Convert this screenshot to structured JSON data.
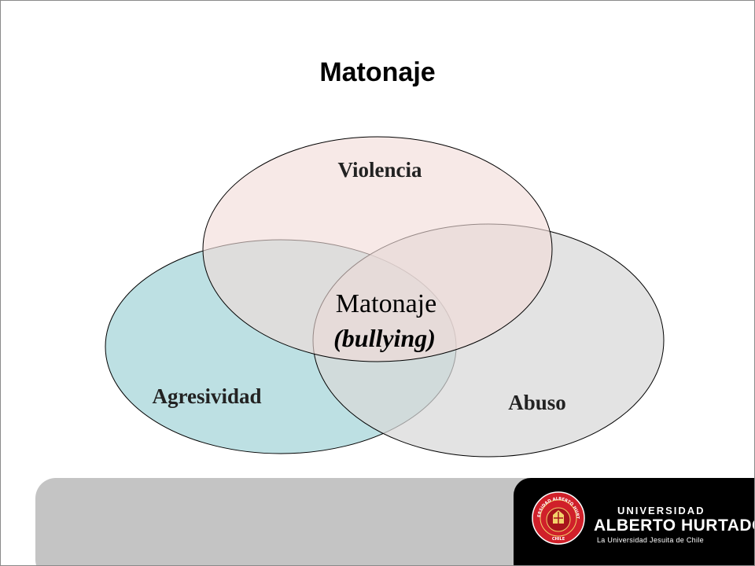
{
  "slide": {
    "title": "Matonaje"
  },
  "venn": {
    "circles": [
      {
        "label": "Violencia",
        "color": "#f2dcd8"
      },
      {
        "label": "Agresividad",
        "color": "#bde0e3"
      },
      {
        "label": "Abuso",
        "color": "#d8d8d8"
      }
    ],
    "center_label": "Matonaje",
    "center_sublabel": "(bullying)"
  },
  "footer": {
    "bar_color": "#c4c4c4",
    "logo": {
      "line1": "UNIVERSIDAD",
      "line2": "ALBERTO HURTADO",
      "line3": "La Universidad Jesuita de Chile",
      "seal_text": "UNIVERSIDAD ALBERTO HURTADO",
      "seal_bottom": "CHILE",
      "seal_color": "#d0202a"
    }
  }
}
